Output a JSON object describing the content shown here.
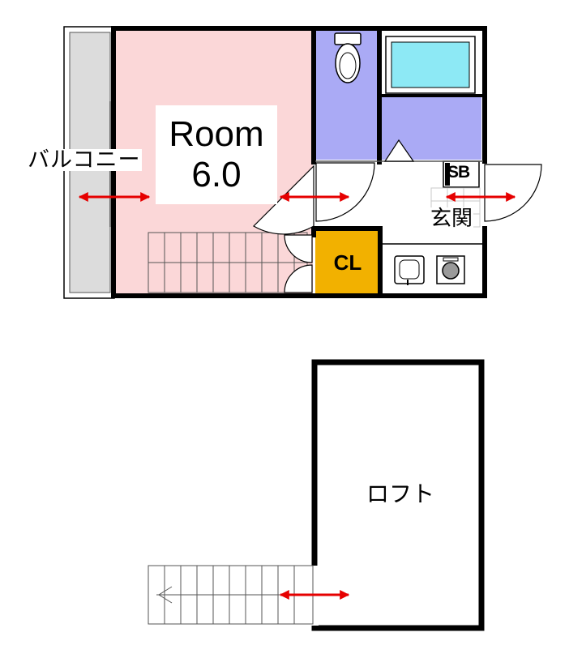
{
  "rooms": {
    "main": {
      "name": "Room",
      "size": "6.0"
    },
    "balcony": "バルコニー",
    "closet": "CL",
    "shoe_box": "SB",
    "entrance": "玄関",
    "loft": "ロフト"
  },
  "colors": {
    "room_floor": "#fbd7d8",
    "bath_wet_area": "#aaaaf5",
    "closet_fill": "#f2b100",
    "bathtub": "#8de9f5",
    "balcony_fill": "#dcdcdc",
    "arrow": "#e60000",
    "wall": "#000000"
  }
}
